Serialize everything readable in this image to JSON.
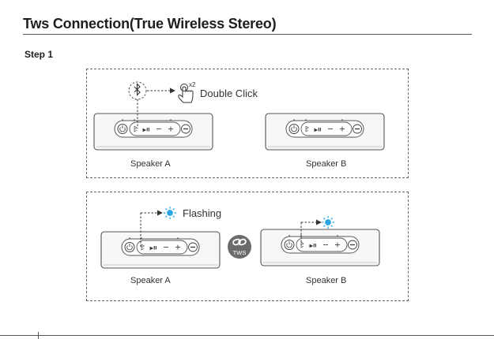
{
  "title": "Tws Connection(True Wireless Stereo)",
  "step": "Step 1",
  "panel1": {
    "callout": "Double Click",
    "multiplier": "x2",
    "speaker_a": "Speaker A",
    "speaker_b": "Speaker B"
  },
  "panel2": {
    "callout": "Flashing",
    "link_badge": "TWS",
    "speaker_a": "Speaker A",
    "speaker_b": "Speaker B"
  },
  "colors": {
    "flash": "#2aa7e0",
    "badge": "#6b6b6b"
  }
}
